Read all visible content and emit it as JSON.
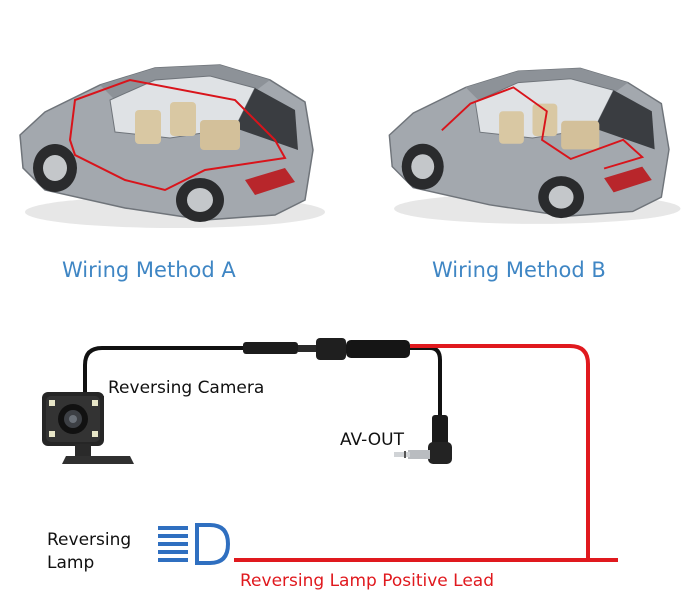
{
  "methods": [
    {
      "label": "Wiring Method A"
    },
    {
      "label": "Wiring Method B"
    }
  ],
  "diagram": {
    "camera_label": "Reversing Camera",
    "av_out_label": "AV-OUT",
    "lamp_label_line1": "Reversing",
    "lamp_label_line2": "Lamp",
    "lead_label": "Reversing Lamp Positive Lead"
  },
  "colors": {
    "method_label": "#3f86c4",
    "wire_black": "#111111",
    "wire_red": "#e0191e",
    "lamp_icon": "#2f6fc0",
    "car_body": "#9ea4aa",
    "route_line": "#d9141b"
  },
  "icons": [
    "car-illustration",
    "reversing-camera-icon",
    "av-plug-icon",
    "reversing-lamp-icon",
    "rca-connector-icon"
  ]
}
